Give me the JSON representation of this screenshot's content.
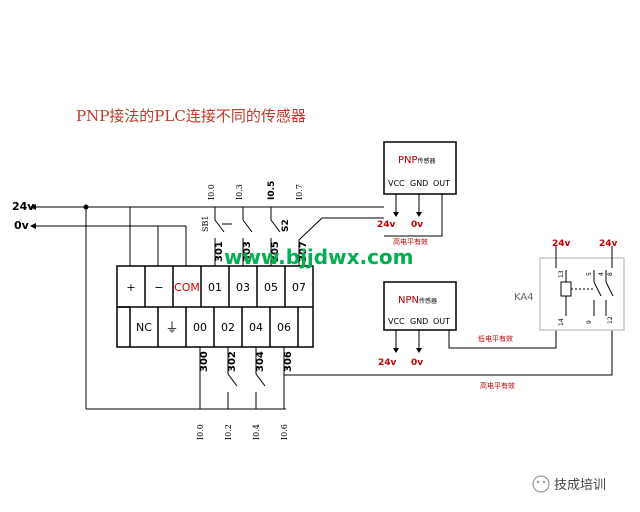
{
  "title": "PNP接法的PLC连接不同的传感器",
  "title_color": "#c0392b",
  "watermark": "www.bjjdwx.com",
  "watermark_color": "#00b050",
  "brand": "技成培训",
  "rails": {
    "v24": "24v",
    "v0": "0v"
  },
  "terminals_top": [
    "+",
    "−",
    "COM",
    "01",
    "03",
    "05",
    "07"
  ],
  "terminals_bottom": [
    "NC",
    "⏚",
    "00",
    "02",
    "04",
    "06"
  ],
  "com_color": "#e00000",
  "top_inputs": [
    "I0.0",
    "I0.3",
    "I0.5",
    "I0.7"
  ],
  "top_wires": [
    "301",
    "303",
    "305",
    "307"
  ],
  "top_labels": [
    "SB1",
    "S2"
  ],
  "bottom_wires": [
    "300",
    "302",
    "304",
    "306"
  ],
  "bottom_inputs": [
    "I0.0",
    "I0.2",
    "I0.4",
    "I0.6"
  ],
  "pnp_sensor": {
    "name": "PNP",
    "suffix": "传感器",
    "pins": [
      "VCC",
      "GND",
      "OUT"
    ],
    "supply_24": "24v",
    "supply_0": "0v",
    "note": "高电平有效"
  },
  "npn_sensor": {
    "name": "NPN",
    "suffix": "传感器",
    "pins": [
      "VCC",
      "GND",
      "OUT"
    ],
    "supply_24": "24v",
    "supply_0": "0v",
    "note": "低电平有效"
  },
  "relay": {
    "name": "KA4",
    "supply_left": "24v",
    "supply_right": "24v",
    "pins": [
      "13",
      "14",
      "5",
      "9",
      "4",
      "8",
      "12"
    ]
  },
  "bottom_note": "高电平有效",
  "supply_color": "#c00000"
}
